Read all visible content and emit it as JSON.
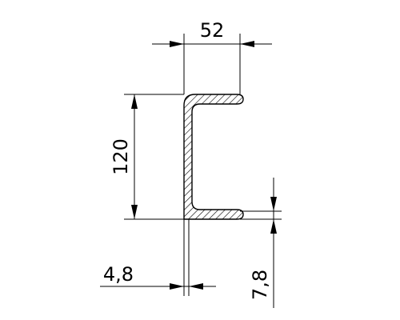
{
  "drawing": {
    "section_type": "channel",
    "dimensions": {
      "flange_width": "52",
      "height": "120",
      "web_thickness": "4,8",
      "flange_thickness": "7,8"
    },
    "colors": {
      "line": "#000000",
      "background": "#ffffff"
    }
  }
}
